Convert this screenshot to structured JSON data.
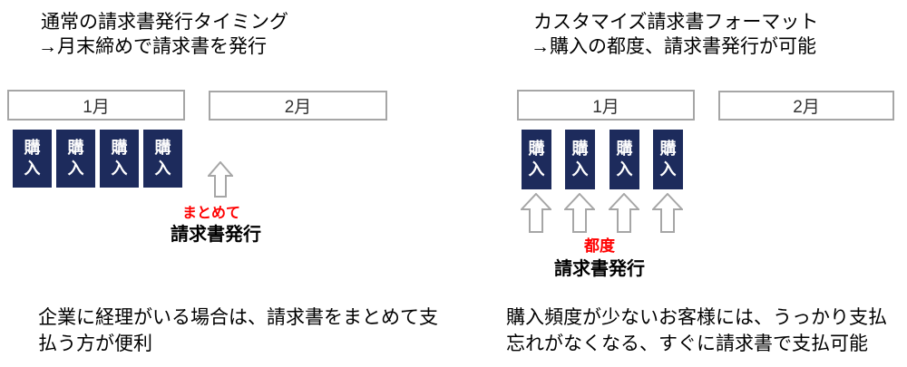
{
  "colors": {
    "navy": "#1d2b5c",
    "box_border": "#a6a6a6",
    "arrow_outline": "#a6a6a6",
    "red_accent": "#ff0000",
    "text": "#000000"
  },
  "left": {
    "title_line1": "通常の請求書発行タイミング",
    "title_line2": "→月末締めで請求書を発行",
    "months": [
      "1月",
      "2月"
    ],
    "purchases": [
      "購入",
      "購入",
      "購入",
      "購入"
    ],
    "arrow_label_red": "まとめて",
    "arrow_label_black": "請求書発行",
    "description_line1": "企業に経理がいる場合は、請求書をまとめて支",
    "description_line2": "払う方が便利"
  },
  "right": {
    "title_line1": "カスタマイズ請求書フォーマット",
    "title_line2": "→購入の都度、請求書発行が可能",
    "months": [
      "1月",
      "2月"
    ],
    "purchases": [
      "購入",
      "購入",
      "購入",
      "購入"
    ],
    "arrow_label_red": "都度",
    "arrow_label_black": "請求書発行",
    "description_line1": "購入頻度が少ないお客様には、うっかり支払",
    "description_line2": "忘れがなくなる、すぐに請求書で支払可能"
  }
}
